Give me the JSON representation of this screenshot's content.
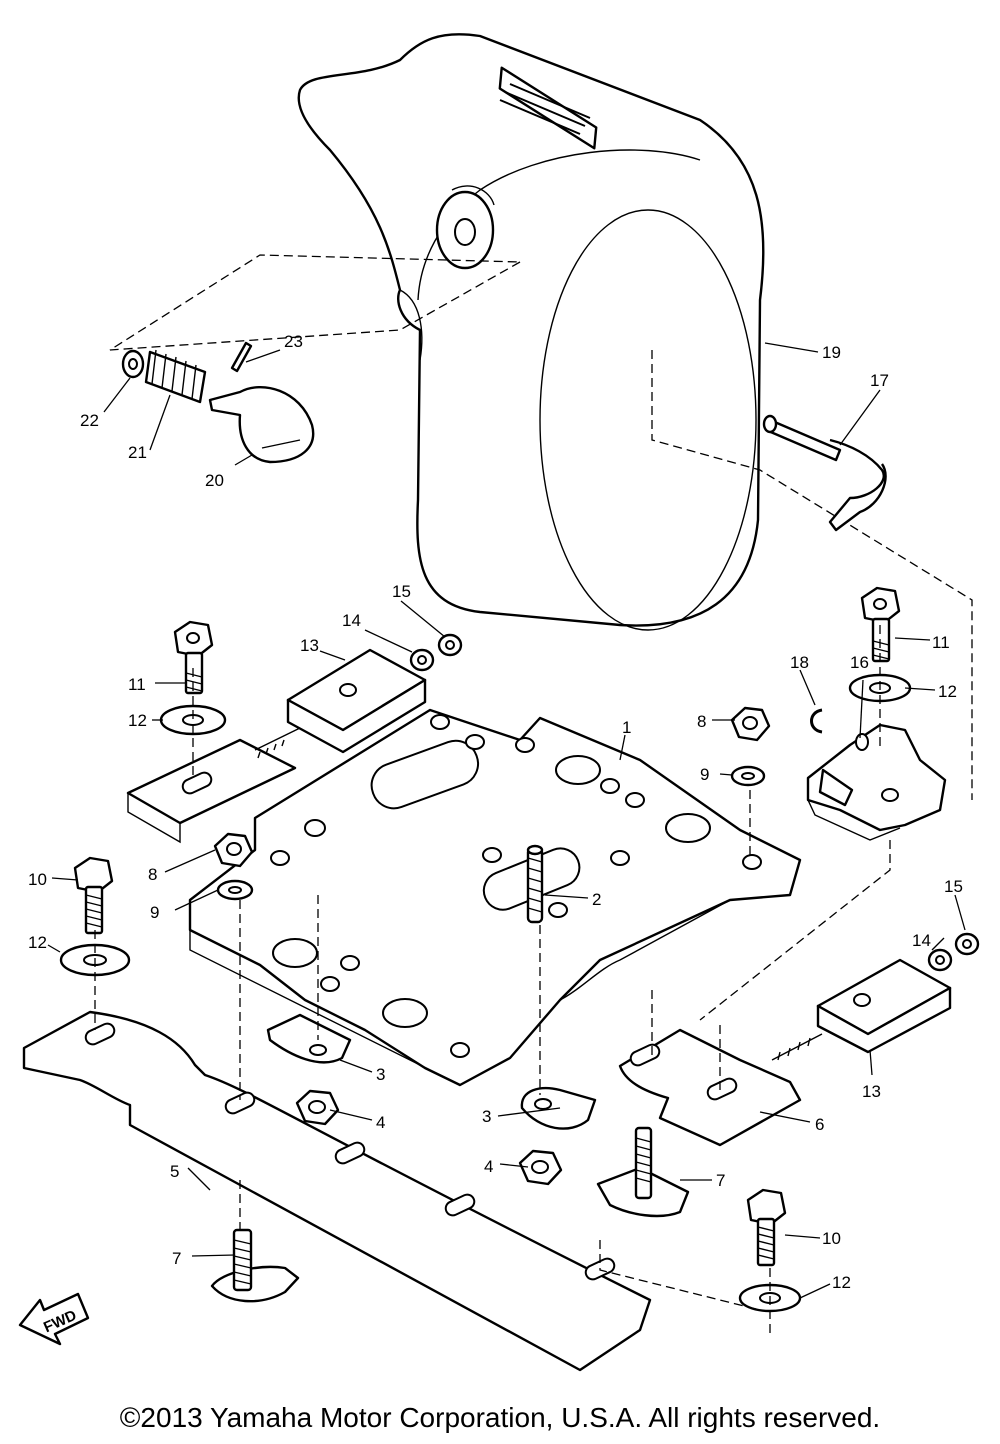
{
  "diagram": {
    "callouts": [
      "1",
      "2",
      "3",
      "3",
      "4",
      "4",
      "5",
      "6",
      "7",
      "7",
      "8",
      "8",
      "9",
      "9",
      "10",
      "10",
      "11",
      "11",
      "12",
      "12",
      "12",
      "12",
      "13",
      "13",
      "14",
      "14",
      "15",
      "15",
      "16",
      "17",
      "18",
      "19",
      "20",
      "21",
      "22",
      "23"
    ],
    "fwd_label": "FWD"
  },
  "footer": {
    "copyright": "©2013 Yamaha Motor Corporation, U.S.A. All rights reserved."
  }
}
